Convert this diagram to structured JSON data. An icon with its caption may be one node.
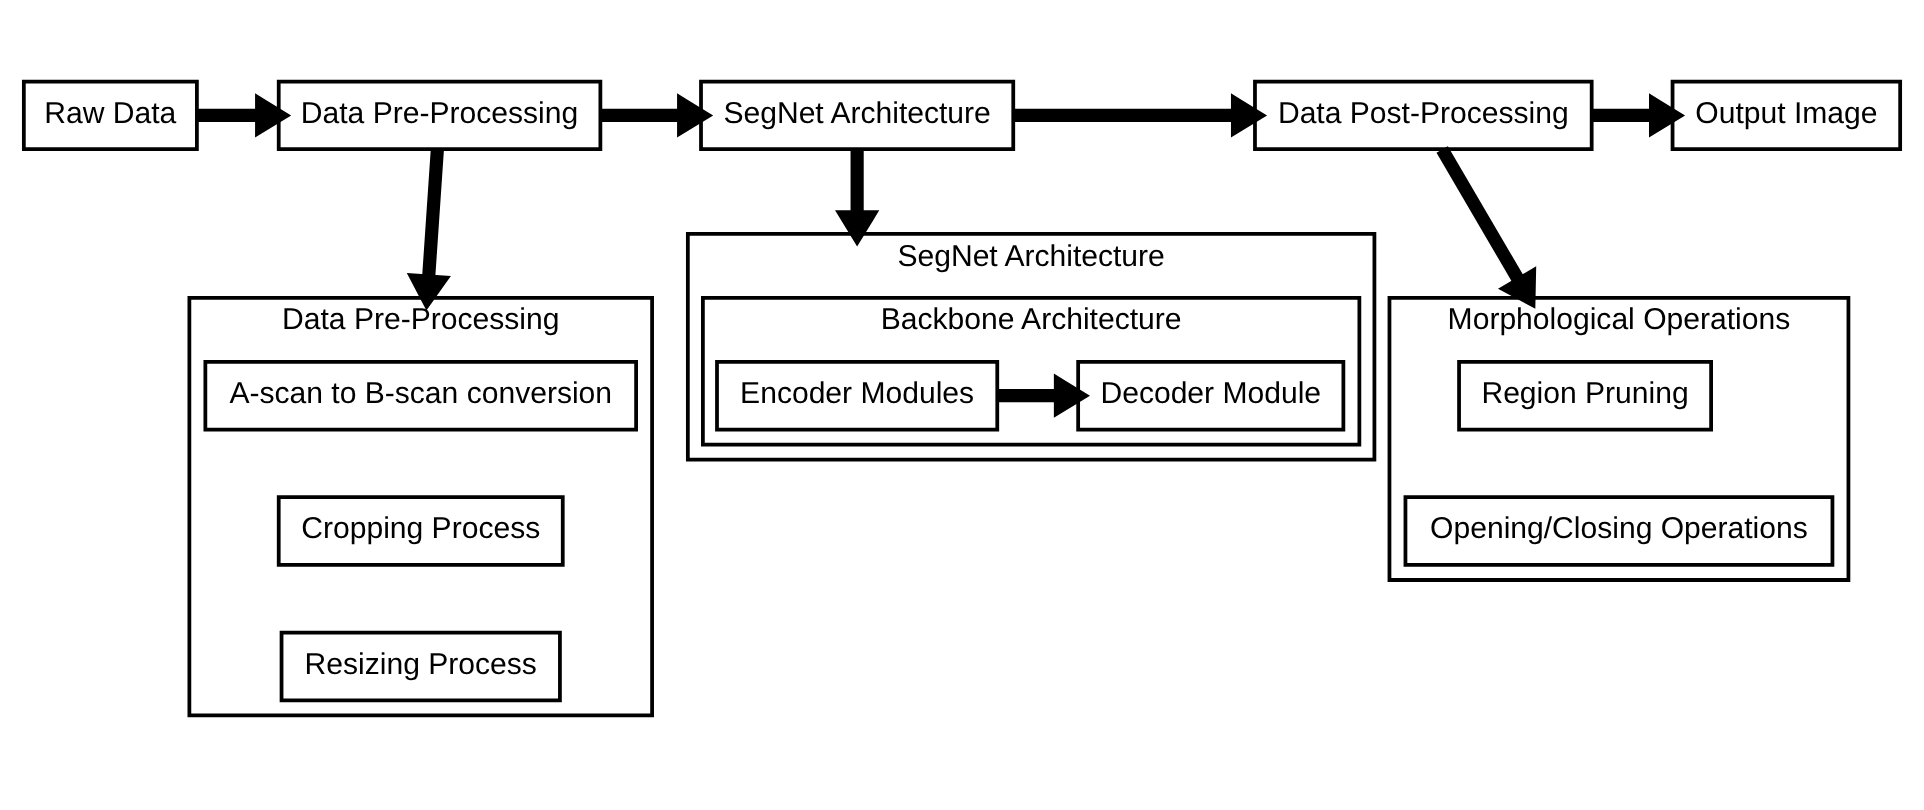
{
  "diagram": {
    "nodes": [
      {
        "text": [
          "Raw Data"
        ]
      },
      {
        "text": [
          "Data Pre-Processing"
        ]
      },
      {
        "text": [
          "SegNet Architecture"
        ]
      },
      {
        "text": [
          "Data Post-Processing"
        ]
      },
      {
        "text": [
          "Output Image"
        ]
      },
      {
        "text": [
          "Data Pre-Processing"
        ]
      },
      {
        "text": [
          "A-scan to B-scan conversion"
        ],
        "in": 5
      },
      {
        "text": [
          "Cropping Process"
        ],
        "in": 5
      },
      {
        "text": [
          "Resizing Process"
        ],
        "in": 5
      },
      {
        "text": [
          "SegNet Architecture"
        ]
      },
      {
        "text": [
          "Backbone Architecture"
        ],
        "in": 9
      },
      {
        "text": [
          "Encoder Modules"
        ],
        "in": 10
      },
      {
        "text": [
          "Decoder Module"
        ],
        "in": 10
      },
      {
        "text": [
          "Morphological Operations"
        ]
      },
      {
        "text": [
          "Region Pruning"
        ],
        "in": 13
      },
      {
        "text": [
          "Opening/Closing Operations"
        ],
        "in": 13
      }
    ],
    "edges": [
      {
        "from": 0,
        "to": 1,
        "arrow": "to"
      },
      {
        "from": 1,
        "to": 2,
        "arrow": "to"
      },
      {
        "from": 2,
        "to": 3,
        "arrow": "to"
      },
      {
        "from": 3,
        "to": 4,
        "arrow": "to"
      },
      {
        "from": 1,
        "to": 5,
        "arrow": "to"
      },
      {
        "from": 2,
        "to": 9,
        "arrow": "to"
      },
      {
        "from": 3,
        "to": 13,
        "arrow": "to"
      },
      {
        "from": 11,
        "to": 12,
        "arrow": "to"
      }
    ]
  }
}
